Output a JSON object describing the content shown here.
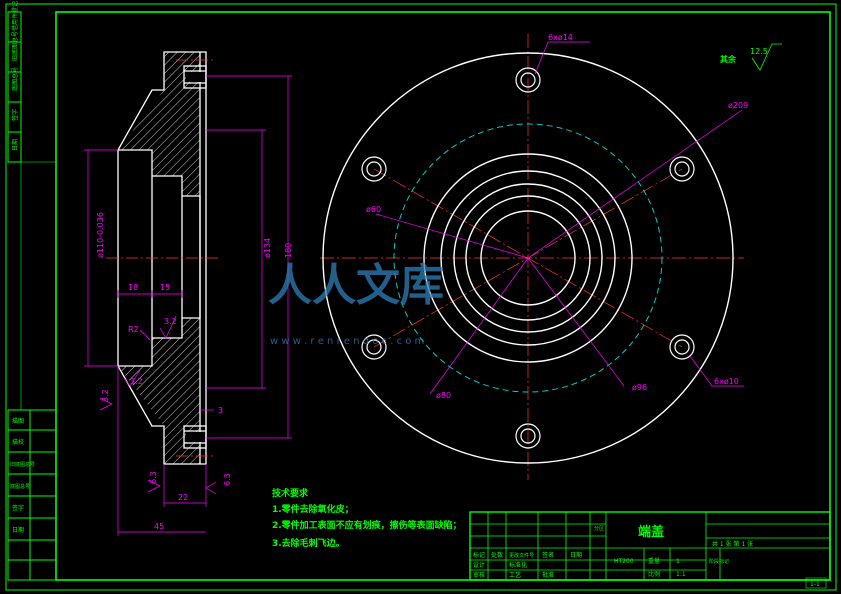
{
  "colors": {
    "background": "#000000",
    "frame": "#00ff00",
    "outline": "#ffffff",
    "dimension": "#ff00ff",
    "centerline": "#ff3333",
    "hidden_circle": "#00cccc",
    "hatch": "#ffffff",
    "text": "#00ff00",
    "watermark": "#2e7fb8"
  },
  "side_view": {
    "dims": {
      "d110": "ø110-0.036",
      "d134": "ø134",
      "d180": "180",
      "w18": "18",
      "w15": "15",
      "r2": "R2",
      "w3": "3",
      "w22": "22",
      "w45": "45"
    },
    "roughness": {
      "ra1": "3.2",
      "ra2": "3.2",
      "ra3": "3.2",
      "ra4": "6.3",
      "ra5": "6.3"
    }
  },
  "front_view": {
    "labels": {
      "holes_top": "6xø14",
      "d209": "ø209",
      "d60": "ø60",
      "d80": "ø80",
      "d96": "ø96",
      "holes_bottom": "6xø10"
    }
  },
  "surface_finish": {
    "label": "其余",
    "value": "12.5"
  },
  "tech_requirements": {
    "title": "技术要求",
    "items": [
      "1.零件去除氧化皮；",
      "2.零件加工表面不应有划痕，擦伤等表面缺陷；",
      "3.去除毛刺飞边。"
    ]
  },
  "title_block": {
    "part_name": "端盖",
    "material": "HT200",
    "qty_label": "重量",
    "qty_value": "1",
    "scale_label": "比例",
    "scale_value": "1:1",
    "sheet_text": "共 1 张  第 1 张",
    "designer_label": "设计",
    "check_label": "审核",
    "process_label": "工艺",
    "standard_label": "标准化",
    "approve_label": "批准",
    "date_label": "日期",
    "sign_label": "签名",
    "file_label": "更改文件号",
    "zone_label": "分区",
    "count_label": "处数",
    "mark_label": "标记",
    "stage_label": "阶段标记",
    "weight_label": "重量",
    "figure_no": "1-1"
  },
  "left_strip": {
    "top_labels": [
      "借用件登记",
      "旧底图总号",
      "底图总号",
      "签字",
      "日期"
    ],
    "bottom_labels": [
      "描图",
      "描校",
      "旧底图总号",
      "底图总号",
      "签字",
      "日期"
    ]
  },
  "watermark": {
    "text": "人人文库",
    "url": "w w w . r e n r e n d o c . c o m"
  }
}
